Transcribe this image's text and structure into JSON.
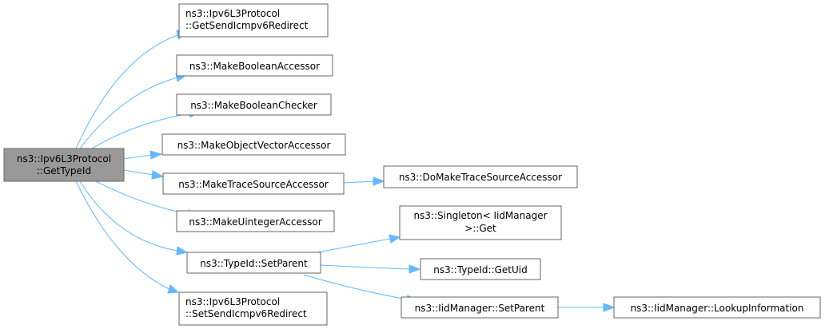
{
  "colors": {
    "root_fill": "#999999",
    "node_fill": "#ffffff",
    "node_border": "#666666",
    "edge": "#63b8ff"
  },
  "nodes": {
    "root": {
      "line1": "ns3::Ipv6L3Protocol",
      "line2": "::GetTypeId"
    },
    "get_send_icmpv6_redirect": {
      "line1": "ns3::Ipv6L3Protocol",
      "line2": "::GetSendIcmpv6Redirect"
    },
    "make_boolean_accessor": {
      "line1": "ns3::MakeBooleanAccessor"
    },
    "make_boolean_checker": {
      "line1": "ns3::MakeBooleanChecker"
    },
    "make_object_vector_accessor": {
      "line1": "ns3::MakeObjectVectorAccessor"
    },
    "make_trace_source_accessor": {
      "line1": "ns3::MakeTraceSourceAccessor"
    },
    "make_uinteger_accessor": {
      "line1": "ns3::MakeUintegerAccessor"
    },
    "typeid_set_parent": {
      "line1": "ns3::TypeId::SetParent"
    },
    "set_send_icmpv6_redirect": {
      "line1": "ns3::Ipv6L3Protocol",
      "line2": "::SetSendIcmpv6Redirect"
    },
    "do_make_trace_source_accessor": {
      "line1": "ns3::DoMakeTraceSourceAccessor"
    },
    "singleton_get": {
      "line1": "ns3::Singleton< IidManager",
      "line2": ">::Get"
    },
    "typeid_get_uid": {
      "line1": "ns3::TypeId::GetUid"
    },
    "iidmanager_set_parent": {
      "line1": "ns3::IidManager::SetParent"
    },
    "iidmanager_lookup_information": {
      "line1": "ns3::IidManager::LookupInformation"
    }
  }
}
